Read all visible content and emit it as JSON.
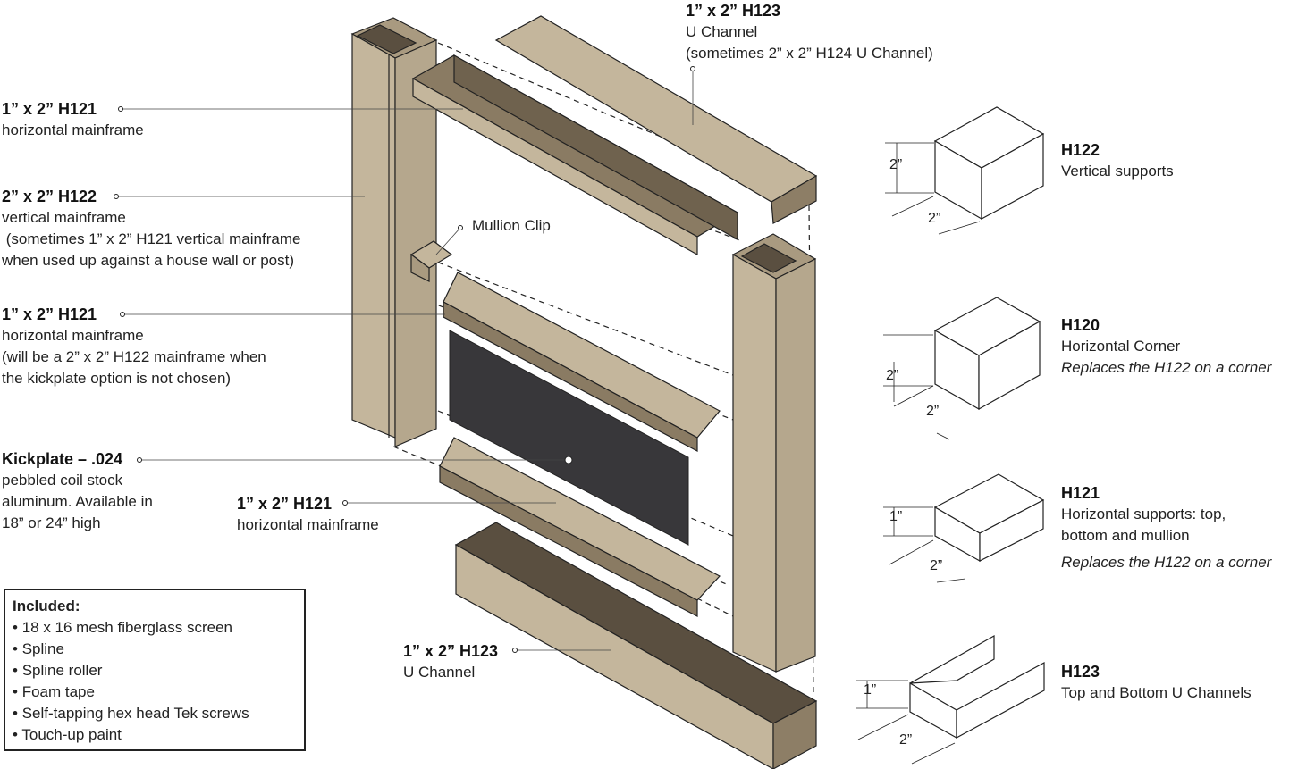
{
  "labels": {
    "top_channel": {
      "title": "1” x 2” H123",
      "line1": "U Channel",
      "line2": "(sometimes 2” x 2” H124 U Channel)"
    },
    "top_mainframe": {
      "title": "1” x 2” H121",
      "line1": "horizontal mainframe"
    },
    "vertical_mainframe": {
      "title": "2” x 2” H122",
      "line1": "vertical mainframe",
      "line2": " (sometimes 1” x 2” H121 vertical mainframe",
      "line3": "when used up against a house wall or post)"
    },
    "mullion_clip": {
      "title": "Mullion Clip"
    },
    "mid_mainframe": {
      "title": "1” x 2” H121",
      "line1": "horizontal mainframe",
      "line2": "(will be a 2” x 2” H122 mainframe when",
      "line3": "the kickplate option is not chosen)"
    },
    "kickplate": {
      "title": "Kickplate – .024",
      "line1": "pebbled coil stock",
      "line2": "aluminum. Available in",
      "line3": "18” or 24” high"
    },
    "low_mainframe": {
      "title": "1” x 2” H121",
      "line1": "horizontal mainframe"
    },
    "bottom_channel": {
      "title": "1” x 2” H123",
      "line1": "U Channel"
    }
  },
  "profiles": {
    "h122": {
      "title": "H122",
      "line1": "Vertical supports",
      "dim_h": "2”",
      "dim_w": "2”"
    },
    "h120": {
      "title": "H120",
      "line1": "Horizontal Corner",
      "note": "Replaces the H122 on a corner",
      "dim_h": "2”",
      "dim_w": "2”"
    },
    "h121": {
      "title": "H121",
      "line1": "Horizontal supports: top,",
      "line2": "bottom and mullion",
      "note": "Replaces the H122 on a corner",
      "dim_h": "1”",
      "dim_w": "2”"
    },
    "h123": {
      "title": "H123",
      "line1": "Top and Bottom U Channels",
      "dim_h": "1”",
      "dim_w": "2”"
    }
  },
  "included": {
    "heading": "Included:",
    "items": [
      "18 x 16 mesh fiberglass screen",
      "Spline",
      "Spline roller",
      "Foam tape",
      "Self-tapping hex head Tek screws",
      "Touch-up paint"
    ]
  },
  "colors": {
    "frame": "#c4b69c",
    "frame_dark": "#7e705a",
    "frame_shadow": "#5a4f40",
    "kickplate": "#38373a",
    "outline": "#222222"
  }
}
